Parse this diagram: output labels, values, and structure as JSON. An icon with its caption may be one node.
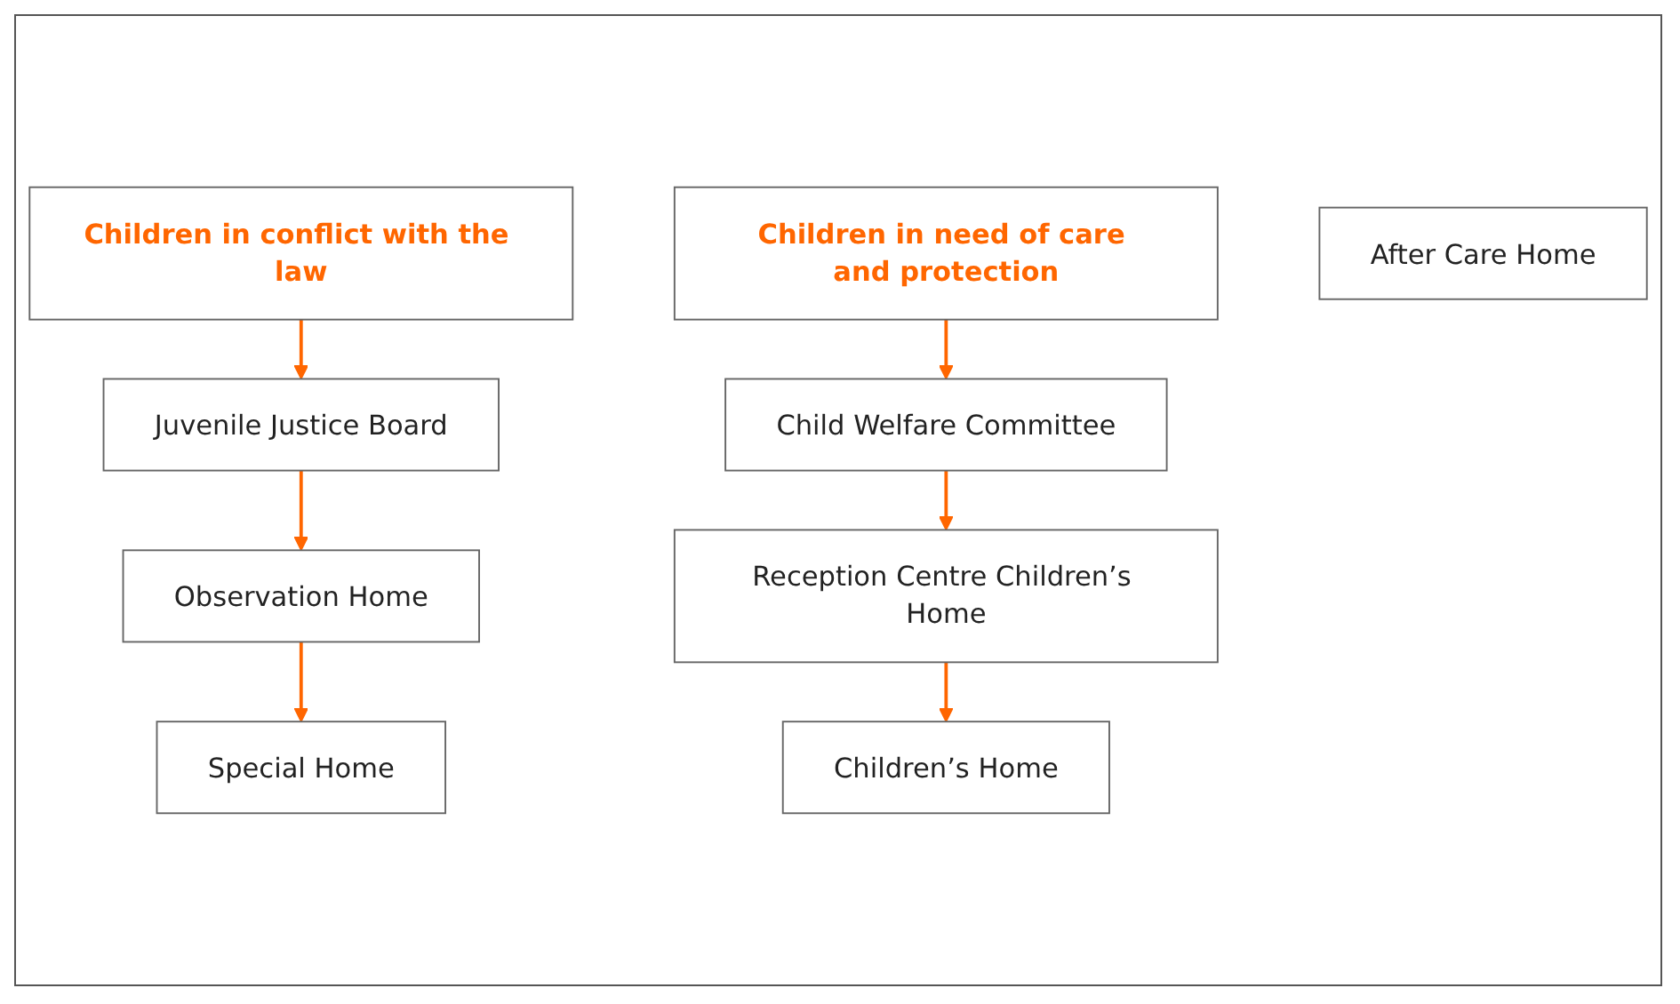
{
  "diagram": {
    "nodes": [
      {
        "text": [
          "Children in conflict with the law"
        ]
      },
      {
        "text": [
          "Children in need of care and protection"
        ]
      },
      {
        "text": [
          "Juvenile Justice Board"
        ]
      },
      {
        "text": [
          "Child Welfare Committee"
        ]
      },
      {
        "text": [
          "Observation Home"
        ]
      },
      {
        "text": [
          "Reception Centre Children’s Home"
        ]
      },
      {
        "text": [
          "Special Home"
        ]
      },
      {
        "text": [
          "Children’s Home"
        ]
      },
      {
        "text": [
          "After Care Home"
        ]
      }
    ],
    "edges": [
      {
        "from": 0,
        "to": 2,
        "arrow": "to"
      },
      {
        "from": 2,
        "to": 4,
        "arrow": "to"
      },
      {
        "from": 4,
        "to": 6,
        "arrow": "to"
      },
      {
        "from": 1,
        "to": 3,
        "arrow": "to"
      },
      {
        "from": 3,
        "to": 5,
        "arrow": "to"
      },
      {
        "from": 5,
        "to": 7,
        "arrow": "to"
      }
    ]
  }
}
